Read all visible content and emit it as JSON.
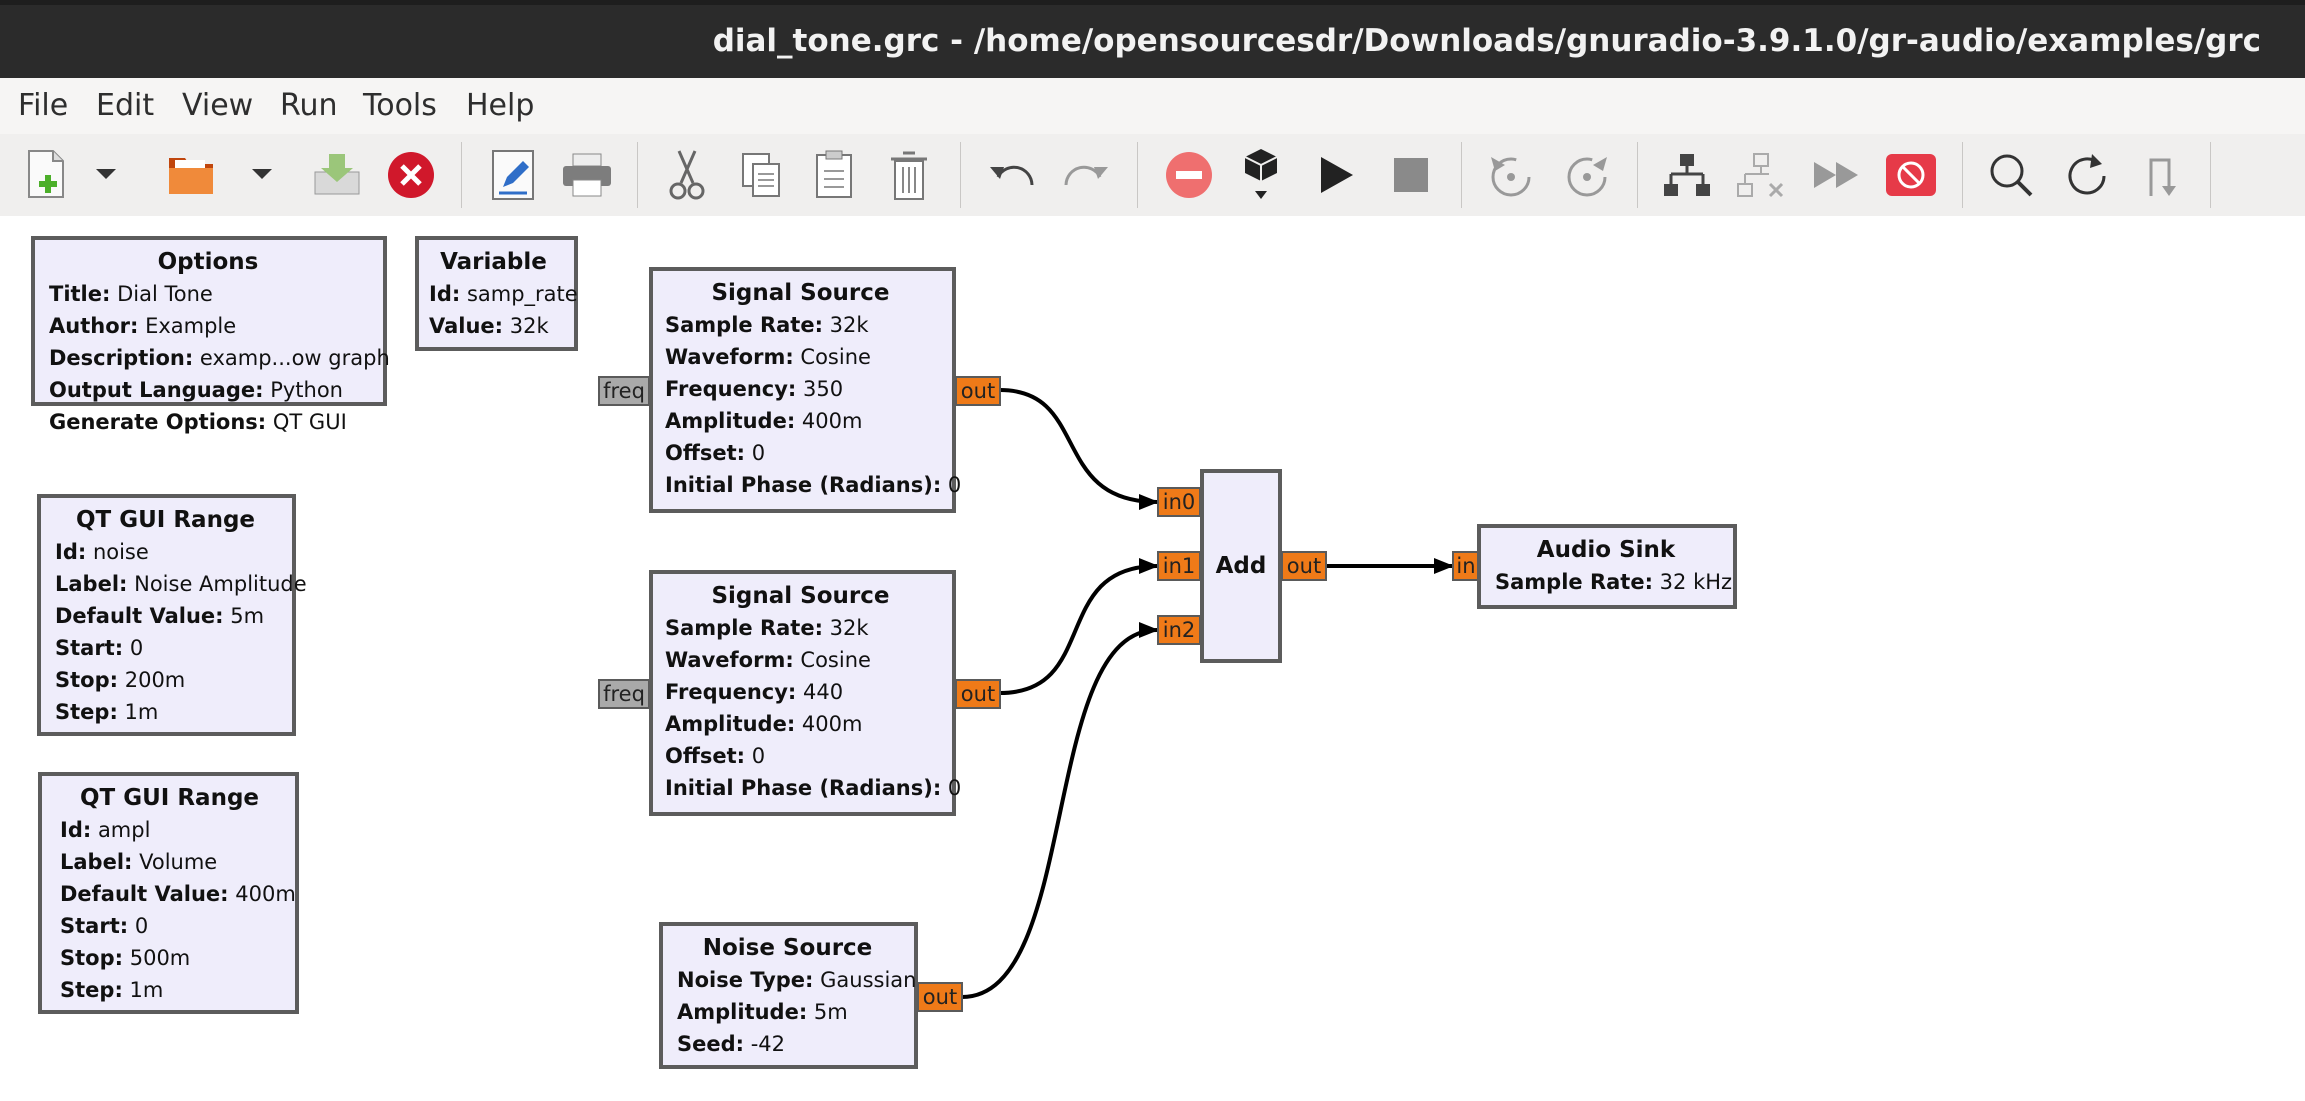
{
  "window": {
    "title": "dial_tone.grc - /home/opensourcesdr/Downloads/gnuradio-3.9.1.0/gr-audio/examples/grc"
  },
  "menu": [
    "File",
    "Edit",
    "View",
    "Run",
    "Tools",
    "Help"
  ],
  "toolbar": [
    "new-file-icon",
    "dropdown-arrow-icon",
    "open-folder-icon",
    "dropdown-arrow-icon",
    "save-icon",
    "close-icon",
    "properties-icon",
    "print-icon",
    "cut-icon",
    "copy-icon",
    "paste-icon",
    "delete-icon",
    "undo-icon",
    "redo-icon",
    "disable-icon",
    "generate-icon",
    "execute-icon",
    "stop-icon",
    "rotate-ccw-icon",
    "rotate-cw-icon",
    "create-hier-icon",
    "remove-hier-icon",
    "bypass-icon",
    "kill-icon",
    "find-icon",
    "reload-icon",
    "more-icon"
  ],
  "blocks": {
    "options": {
      "title": "Options",
      "rows": [
        {
          "k": "Title:",
          "v": "Dial Tone"
        },
        {
          "k": "Author:",
          "v": "Example"
        },
        {
          "k": "Description:",
          "v": "examp...ow graph"
        },
        {
          "k": "Output Language:",
          "v": "Python"
        },
        {
          "k": "Generate Options:",
          "v": "QT GUI"
        }
      ]
    },
    "variable": {
      "title": "Variable",
      "rows": [
        {
          "k": "Id:",
          "v": "samp_rate"
        },
        {
          "k": "Value:",
          "v": "32k"
        }
      ]
    },
    "range_noise": {
      "title": "QT GUI Range",
      "rows": [
        {
          "k": "Id:",
          "v": "noise"
        },
        {
          "k": "Label:",
          "v": "Noise Amplitude"
        },
        {
          "k": "Default Value:",
          "v": "5m"
        },
        {
          "k": "Start:",
          "v": "0"
        },
        {
          "k": "Stop:",
          "v": "200m"
        },
        {
          "k": "Step:",
          "v": "1m"
        }
      ]
    },
    "range_ampl": {
      "title": "QT GUI Range",
      "rows": [
        {
          "k": "Id:",
          "v": "ampl"
        },
        {
          "k": "Label:",
          "v": "Volume"
        },
        {
          "k": "Default Value:",
          "v": "400m"
        },
        {
          "k": "Start:",
          "v": "0"
        },
        {
          "k": "Stop:",
          "v": "500m"
        },
        {
          "k": "Step:",
          "v": "1m"
        }
      ]
    },
    "sig1": {
      "title": "Signal Source",
      "rows": [
        {
          "k": "Sample Rate:",
          "v": "32k"
        },
        {
          "k": "Waveform:",
          "v": "Cosine"
        },
        {
          "k": "Frequency:",
          "v": "350"
        },
        {
          "k": "Amplitude:",
          "v": "400m"
        },
        {
          "k": "Offset:",
          "v": "0"
        },
        {
          "k": "Initial Phase (Radians):",
          "v": "0"
        }
      ],
      "in_port": "freq",
      "out_port": "out"
    },
    "sig2": {
      "title": "Signal Source",
      "rows": [
        {
          "k": "Sample Rate:",
          "v": "32k"
        },
        {
          "k": "Waveform:",
          "v": "Cosine"
        },
        {
          "k": "Frequency:",
          "v": "440"
        },
        {
          "k": "Amplitude:",
          "v": "400m"
        },
        {
          "k": "Offset:",
          "v": "0"
        },
        {
          "k": "Initial Phase (Radians):",
          "v": "0"
        }
      ],
      "in_port": "freq",
      "out_port": "out"
    },
    "noise": {
      "title": "Noise Source",
      "rows": [
        {
          "k": "Noise Type:",
          "v": "Gaussian"
        },
        {
          "k": "Amplitude:",
          "v": "5m"
        },
        {
          "k": "Seed:",
          "v": "-42"
        }
      ],
      "out_port": "out"
    },
    "add": {
      "title": "Add",
      "in_ports": [
        "in0",
        "in1",
        "in2"
      ],
      "out_port": "out"
    },
    "sink": {
      "title": "Audio Sink",
      "rows": [
        {
          "k": "Sample Rate:",
          "v": "32 kHz"
        }
      ],
      "in_port": "in"
    }
  },
  "colors": {
    "block_bg": "#efedfb",
    "port_orange": "#ef7a18",
    "port_gray": "#a9a9a9",
    "titlebar": "#2b2b2b"
  }
}
